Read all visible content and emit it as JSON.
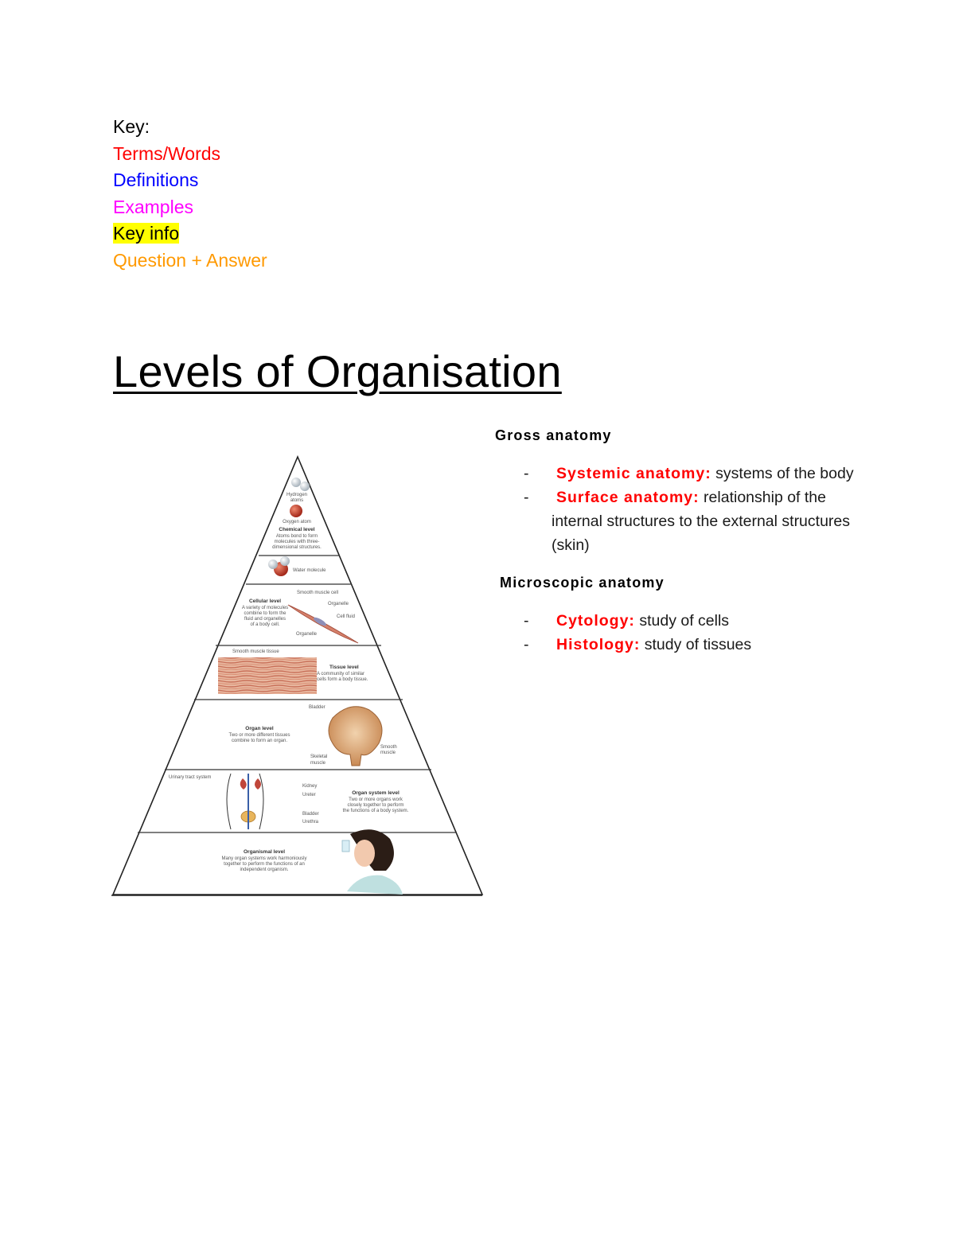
{
  "key": {
    "title": "Key:",
    "terms": "Terms/Words",
    "definitions": "Definitions",
    "examples": "Examples",
    "key_info": "Key info",
    "question_answer": "Question + Answer"
  },
  "page_title": "Levels of Organisation",
  "pyramid": {
    "hydrogen": "Hydrogen atoms",
    "oxygen": "Oxygen atom",
    "chemical_title": "Chemical level",
    "chemical_desc": "Atoms bond to form molecules with three-dimensional structures.",
    "water": "Water molecule",
    "smooth_cell": "Smooth muscle cell",
    "cellular_title": "Cellular level",
    "cellular_desc": "A variety of molecules combine to form the fluid and organelles of a body cell.",
    "organelle": "Organelle",
    "cell_fluid": "Cell fluid",
    "organelle2": "Organelle",
    "smooth_tissue": "Smooth muscle tissue",
    "tissue_title": "Tissue level",
    "tissue_desc": "A community of similar cells form a body tissue.",
    "bladder": "Bladder",
    "organ_title": "Organ level",
    "organ_desc": "Two or more different tissues combine to form an organ.",
    "smooth_muscle": "Smooth muscle",
    "skeletal_muscle": "Skeletal muscle",
    "urinary": "Urinary tract system",
    "kidney": "Kidney",
    "ureter": "Ureter",
    "bladder2": "Bladder",
    "urethra": "Urethra",
    "system_title": "Organ system level",
    "system_desc": "Two or more organs work closely together to perform the functions of a body system.",
    "organismal_title": "Organismal level",
    "organismal_desc": "Many organ systems work harmoniously together to perform the functions of an independent organism."
  },
  "notes": {
    "gross_heading": "Gross anatomy",
    "gross_items": [
      {
        "dash": "-",
        "term": "Systemic anatomy:",
        "definition": " systems of the body"
      },
      {
        "dash": "-",
        "term": "Surface anatomy:",
        "definition": " relationship of the internal structures to the external structures (skin)"
      }
    ],
    "micro_heading": "Microscopic anatomy",
    "micro_items": [
      {
        "dash": "-",
        "term": "Cytology:",
        "definition": " study of cells"
      },
      {
        "dash": "-",
        "term": "Histology:",
        "definition": " study of tissues"
      }
    ]
  },
  "colors": {
    "terms": "#ff0000",
    "definitions": "#0000ff",
    "examples": "#ff00ff",
    "key_info_highlight": "#ffff00",
    "question_answer": "#ff9900"
  }
}
